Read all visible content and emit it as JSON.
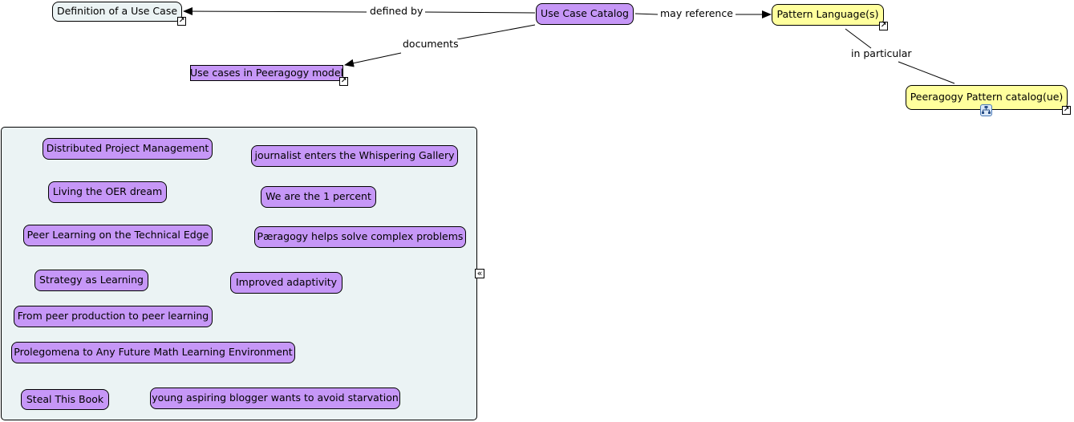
{
  "concepts": {
    "definition": "Definition of a Use Case",
    "catalog": "Use Case Catalog",
    "peeragogy_model": "Use cases in Peeragogy model",
    "pattern_language": "Pattern Language(s)",
    "pattern_catalog": "Peeragogy Pattern catalog(ue)"
  },
  "links": {
    "defined_by": "defined by",
    "documents": "documents",
    "may_reference": "may reference",
    "in_particular": "in particular"
  },
  "icons": {
    "external_link": "↗",
    "collapse": "«"
  },
  "colors": {
    "use_case_node": "#c697f7",
    "pattern_node": "#ffff9d",
    "container_bg": "#ebf3f4"
  },
  "use_cases": [
    "Distributed Project Management",
    "journalist enters the Whispering Gallery",
    "Living the OER dream",
    "We are the 1 percent",
    "Peer Learning on the Technical Edge",
    "Pæragogy helps solve complex problems",
    "Strategy as Learning",
    "Improved adaptivity",
    "From peer production to peer learning",
    "Prolegomena to Any Future Math Learning Environment",
    "Steal This Book",
    "young aspiring blogger wants to avoid starvation"
  ]
}
